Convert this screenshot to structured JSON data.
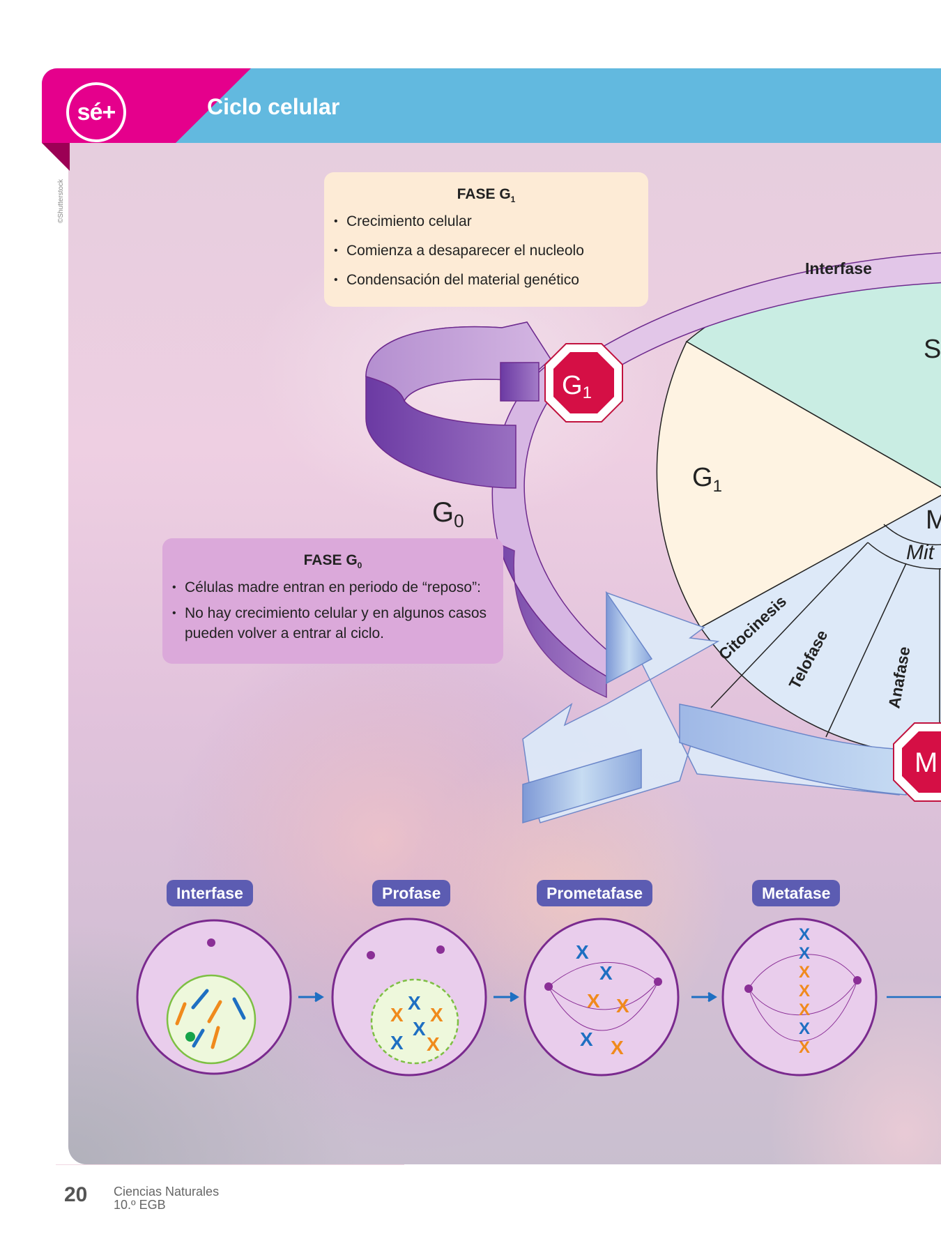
{
  "header": {
    "logo_text": "sé+",
    "title": "Ciclo celular",
    "image_credit": "©Shutterstock",
    "colors": {
      "pink": "#e5008c",
      "blue": "#62b9df"
    }
  },
  "fase_g1": {
    "title": "FASE G",
    "subscript": "1",
    "items": [
      "Crecimiento celular",
      "Comienza a desaparecer el nucleolo",
      "Condensación del material genético"
    ]
  },
  "fase_g0": {
    "title": "FASE G",
    "subscript": "0",
    "items": [
      "Células madre entran en periodo de “reposo”:",
      "No hay crecimiento celular y en algunos casos pueden volver a entrar al ciclo."
    ]
  },
  "cycle": {
    "ring_label": "Interfase",
    "sectors": {
      "g1": "G",
      "g1_sub": "1",
      "s": "S",
      "m": "M",
      "mitosis": "Mit"
    },
    "mitosis_phases": [
      "Citocinesis",
      "Telofase",
      "Anafase"
    ],
    "g0_label": "G",
    "g0_sub": "0",
    "checkpoints": [
      {
        "label": "G",
        "sub": "1"
      },
      {
        "label": "M",
        "sub": ""
      }
    ],
    "colors": {
      "g1": "#fef3e2",
      "s": "#c9ede3",
      "m": "#dde9f8",
      "ring": "#e2c6e8",
      "checkpoint": "#d50f45"
    }
  },
  "stages": [
    {
      "label": "Interfase"
    },
    {
      "label": "Profase"
    },
    {
      "label": "Prometafase"
    },
    {
      "label": "Metafase"
    }
  ],
  "footer": {
    "page_number": "20",
    "subject": "Ciencias Naturales",
    "grade": "10.º EGB"
  }
}
